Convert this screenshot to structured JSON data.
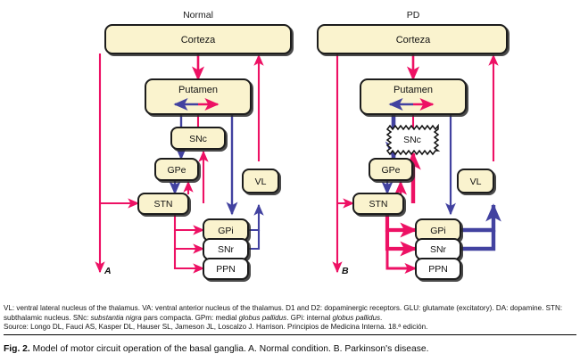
{
  "figure": {
    "panels": [
      {
        "id": "A",
        "title": "Normal",
        "letter": "A",
        "nodes": [
          {
            "id": "corteza",
            "label": "Corteza",
            "fill": "cream"
          },
          {
            "id": "putamen",
            "label": "Putamen",
            "fill": "cream"
          },
          {
            "id": "snc",
            "label": "SNc",
            "fill": "cream",
            "style": "solid"
          },
          {
            "id": "gpe",
            "label": "GPe",
            "fill": "cream"
          },
          {
            "id": "stn",
            "label": "STN",
            "fill": "cream"
          },
          {
            "id": "vl",
            "label": "VL",
            "fill": "cream"
          },
          {
            "id": "gpi",
            "label": "GPi",
            "fill": "cream"
          },
          {
            "id": "snr",
            "label": "SNr",
            "fill": "white"
          },
          {
            "id": "ppn",
            "label": "PPN",
            "fill": "white"
          }
        ]
      },
      {
        "id": "B",
        "title": "PD",
        "letter": "B",
        "nodes": [
          {
            "id": "corteza",
            "label": "Corteza",
            "fill": "cream"
          },
          {
            "id": "putamen",
            "label": "Putamen",
            "fill": "cream"
          },
          {
            "id": "snc",
            "label": "SNc",
            "fill": "white",
            "style": "jagged"
          },
          {
            "id": "gpe",
            "label": "GPe",
            "fill": "cream"
          },
          {
            "id": "stn",
            "label": "STN",
            "fill": "cream"
          },
          {
            "id": "vl",
            "label": "VL",
            "fill": "cream"
          },
          {
            "id": "gpi",
            "label": "GPi",
            "fill": "cream"
          },
          {
            "id": "snr",
            "label": "SNr",
            "fill": "white"
          },
          {
            "id": "ppn",
            "label": "PPN",
            "fill": "white"
          }
        ]
      }
    ],
    "colors": {
      "excitatory_red": "#ED1164",
      "inhibitory_blue": "#4242A0",
      "node_fill": "#FAF3CE",
      "node_border": "#1a1a1a",
      "background": "#FFFFFF"
    }
  },
  "footnote": {
    "line1_a": "VL: ventral lateral nucleus of the thalamus. VA: ventral anterior nucleus of the thalamus. D1 and D2: dopaminergic receptors. GLU: glutamate (excitatory). DA: dopamine. STN: subthalamic nucleus. SNc: ",
    "snc_italic": "substantia nigra",
    "line1_b": " pars compacta. GPm: medial ",
    "gpm_italic": "globus pallidus",
    "line1_c": ". GPi: internal ",
    "gpi_italic": "globus pallidus",
    "line1_d": ".",
    "source": "Source: Longo DL, Fauci AS, Kasper DL, Hauser SL, Jameson JL, Loscalzo J. Harrison. Principios de Medicina Interna. 18.ª edición."
  },
  "caption": {
    "label": "Fig. 2.",
    "text": "Model of motor circuit operation of the basal ganglia. A. Normal condition. B. Parkinson's disease."
  }
}
